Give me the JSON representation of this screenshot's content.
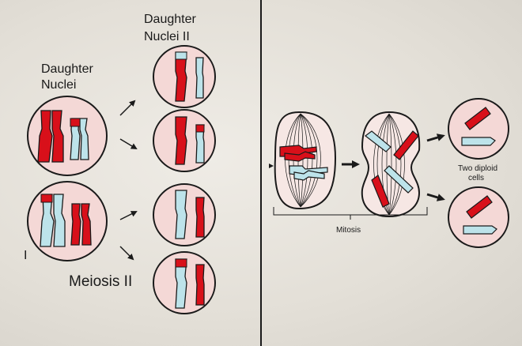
{
  "labels": {
    "daughter_nuclei_ii_line1": "Daughter",
    "daughter_nuclei_ii_line2": "Nuclei II",
    "daughter_nuclei_line1": "Daughter",
    "daughter_nuclei_line2": "Nuclei",
    "meiosis_ii": "Meiosis II",
    "roman_numeral": "I",
    "mitosis": "Mitosis",
    "two_diploid_line1": "Two diploid",
    "two_diploid_line2": "cells"
  },
  "colors": {
    "red_chromosome": "#d8101a",
    "blue_chromosome": "#bde3ea",
    "cell_fill": "#f4d8d6",
    "mitosis_cell_fill": "#f6e7e4",
    "outline": "#1a1a1a",
    "background": "#e6e2da"
  }
}
